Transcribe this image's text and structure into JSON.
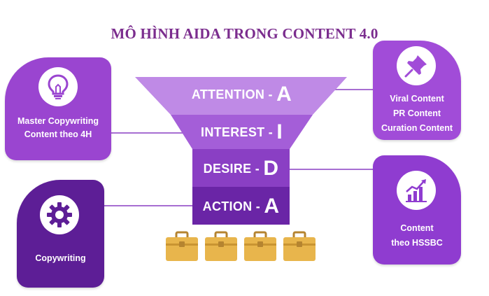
{
  "title": "MÔ HÌNH AIDA TRONG CONTENT 4.0",
  "funnel": {
    "levels": [
      {
        "word": "ATTENTION -",
        "letter": "A",
        "color": "#bf8ae6"
      },
      {
        "word": "INTEREST -",
        "letter": "I",
        "color": "#a45ed8"
      },
      {
        "word": "DESIRE -",
        "letter": "D",
        "color": "#8a3fc4"
      },
      {
        "word": "ACTION -",
        "letter": "A",
        "color": "#6a25a6"
      }
    ]
  },
  "cards": {
    "top_left": {
      "icon": "lightbulb-icon",
      "lines": [
        "Master Copywriting",
        "Content theo 4H"
      ]
    },
    "top_right": {
      "icon": "pushpin-icon",
      "lines": [
        "Viral Content",
        "PR Content",
        "Curation Content"
      ]
    },
    "bottom_left": {
      "icon": "gear-icon",
      "lines": [
        "Copywriting"
      ]
    },
    "bottom_right": {
      "icon": "growth-chart-icon",
      "lines": [
        "Content",
        "theo HSSBC"
      ]
    }
  },
  "colors": {
    "title": "#7b2d8e",
    "connector": "#8a3fc4",
    "briefcase": "#e8b54c"
  }
}
